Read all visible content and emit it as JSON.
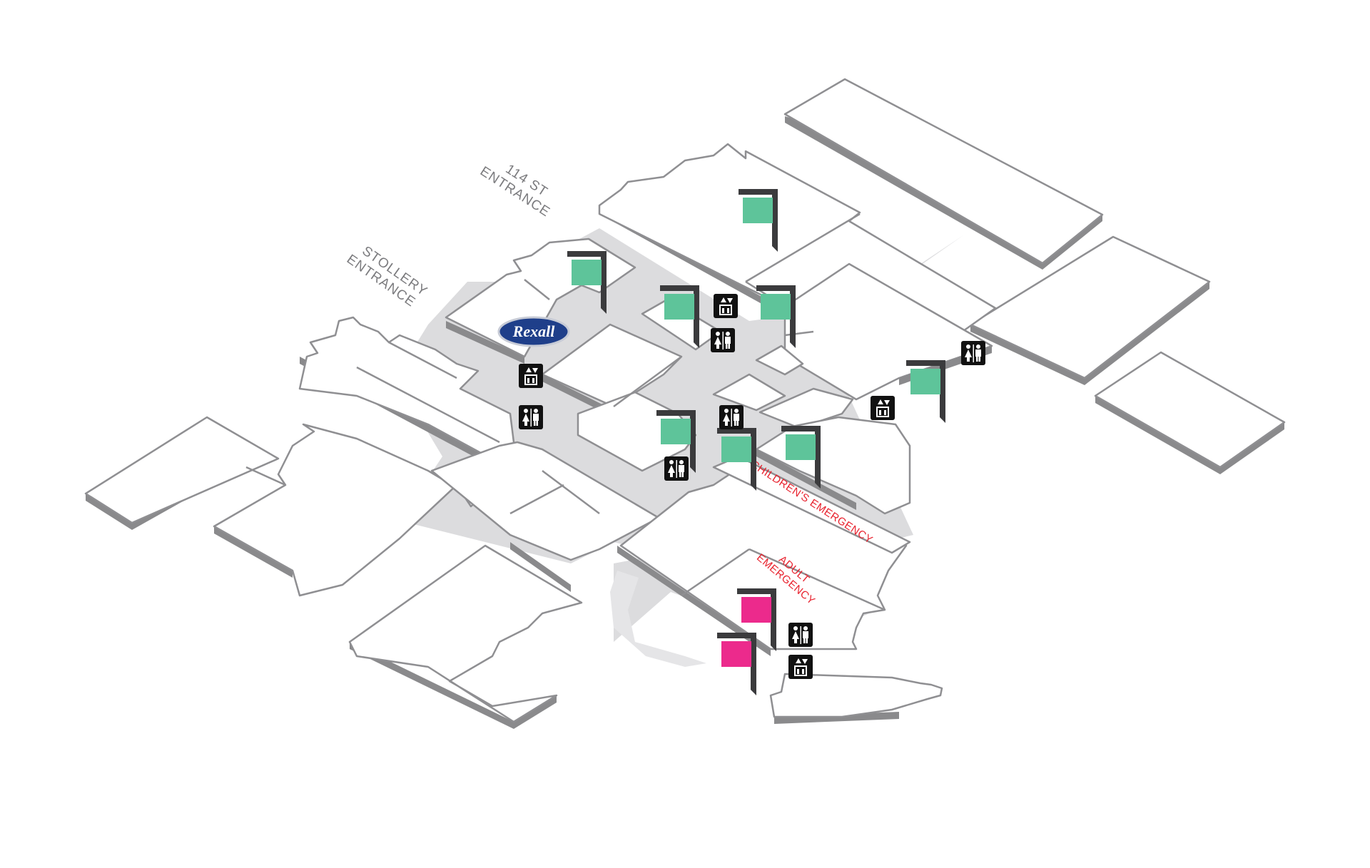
{
  "labels": {
    "entrance_114": [
      "114 ST",
      "ENTRANCE"
    ],
    "entrance_stollery": [
      "STOLLERY",
      "ENTRANCE"
    ],
    "childrens_emergency": "CHILDREN'S EMERGENCY",
    "adult_emergency": [
      "ADULT",
      "EMERGENCY"
    ],
    "pharmacy_logo": "Rexall"
  },
  "colors": {
    "background": "#ffffff",
    "building_top": "#ffffff",
    "building_side": "#8a8a8c",
    "building_outline": "#8f8f92",
    "corridor": "#dcdcde",
    "entrance_text": "#7b7b7e",
    "emergency_text": "#e8222e",
    "flag_green": "#5ec49a",
    "flag_pink": "#ec2a8c",
    "flag_pole": "#3b3b3d",
    "icon_background": "#111111",
    "logo_blue": "#1f3f8a"
  },
  "markers": {
    "green_flags": 8,
    "pink_flags": 2,
    "elevator_icons": 4,
    "washroom_icons": 6
  },
  "icon_names": [
    "elevator-icon",
    "washroom-icon",
    "green-flag-marker",
    "pink-flag-marker",
    "rexall-logo"
  ]
}
